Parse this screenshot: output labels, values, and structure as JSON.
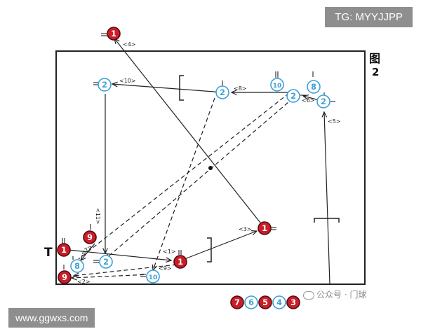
{
  "watermark_top": "TG: MYYJJPP",
  "watermark_bottom": "www.ggwxs.com",
  "figure": {
    "char": "图",
    "number": "2"
  },
  "publisher": "公众号 · 门球",
  "colors": {
    "red": "#c81e28",
    "blue": "#3d9fd6",
    "line": "#222222"
  },
  "balls": [
    {
      "label": "1",
      "color": "red"
    },
    {
      "label": "2",
      "color": "blue"
    },
    {
      "label": "2",
      "color": "blue"
    },
    {
      "label": "10",
      "color": "blue"
    },
    {
      "label": "2",
      "color": "blue"
    },
    {
      "label": "8",
      "color": "blue"
    },
    {
      "label": "2",
      "color": "blue"
    },
    {
      "label": "1",
      "color": "red"
    },
    {
      "label": "9",
      "color": "red"
    },
    {
      "label": "1",
      "color": "red"
    },
    {
      "label": "8",
      "color": "blue"
    },
    {
      "label": "2",
      "color": "blue"
    },
    {
      "label": "1",
      "color": "red"
    },
    {
      "label": "9",
      "color": "red"
    },
    {
      "label": "10",
      "color": "blue"
    }
  ],
  "legend_balls": [
    {
      "label": "7",
      "color": "red"
    },
    {
      "label": "6",
      "color": "blue"
    },
    {
      "label": "5",
      "color": "red"
    },
    {
      "label": "4",
      "color": "blue"
    },
    {
      "label": "3",
      "color": "red"
    }
  ],
  "step_labels": [
    "<4>",
    "<10>",
    "<8>",
    "<6>",
    "<5>",
    "<11>",
    "<3>",
    "<1>",
    "<7>",
    "<9>",
    "<2>"
  ],
  "start_marker": "T"
}
